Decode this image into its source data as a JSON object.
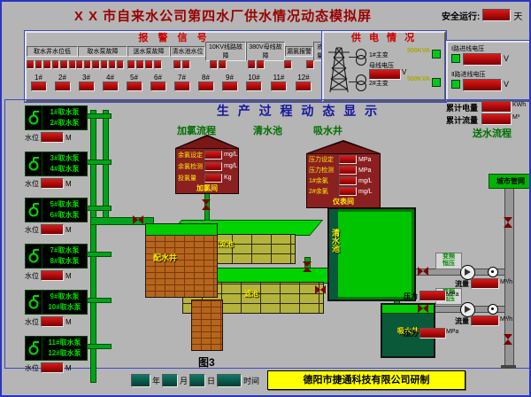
{
  "title": "X X 市自来水公司第四水厂供水情况动态模拟屏",
  "safe_run": {
    "label": "安全运行:",
    "unit": "天"
  },
  "alarm": {
    "title": "报 警 信 号",
    "headers": [
      "取水井水位低",
      "取水泵故障",
      "送水泵故障",
      "清水池水位",
      "10KV线路故障",
      "380V母线故障",
      "漏氯报警",
      "液氯量少"
    ],
    "numbered": [
      "1#",
      "2#",
      "3#",
      "4#",
      "5#",
      "6#",
      "7#",
      "8#",
      "9#",
      "10#",
      "11#",
      "12#"
    ]
  },
  "power": {
    "title": "供 电 情 况",
    "bus_label": "母线电压",
    "bus_unit": "V",
    "transformers": [
      {
        "name": "1#主变",
        "kva": "500KVA"
      },
      {
        "name": "2#主变",
        "kva": "500KVA"
      }
    ],
    "incoming": [
      {
        "label": "Ⅰ路进线电压",
        "unit": "V"
      },
      {
        "label": "Ⅱ路进线电压",
        "unit": "V"
      }
    ]
  },
  "totals": {
    "energy_label": "累计电量",
    "energy_unit": "KWh",
    "flow_label": "累计流量",
    "flow_unit": "M³"
  },
  "process_title": "生 产 过 程 动 态 显 示",
  "stages": {
    "chlorine": "加氯流程",
    "clear": "清水池",
    "suction": "吸水井",
    "delivery": "送水流程"
  },
  "house1": {
    "name": "加氯间",
    "rows": [
      {
        "label": "余氯设定",
        "unit": "mg/L"
      },
      {
        "label": "余氯检测",
        "unit": "mg/L"
      },
      {
        "label": "投氯量",
        "unit": "Kg"
      }
    ]
  },
  "house2": {
    "name": "仪表间",
    "rows": [
      {
        "label": "压力设定",
        "unit": "MPa"
      },
      {
        "label": "压力检测",
        "unit": "MPa"
      },
      {
        "label": "1#余氯",
        "unit": "mg/L"
      },
      {
        "label": "2#余氯",
        "unit": "mg/L"
      }
    ]
  },
  "well_meta": {
    "level_label": "水位",
    "unit": "M"
  },
  "wells": [
    {
      "p1": "1#取水泵",
      "p2": "2#取水泵"
    },
    {
      "p1": "3#取水泵",
      "p2": "4#取水泵"
    },
    {
      "p1": "5#取水泵",
      "p2": "6#取水泵"
    },
    {
      "p1": "7#取水泵",
      "p2": "8#取水泵"
    },
    {
      "p1": "9#取水泵",
      "p2": "10#取水泵"
    },
    {
      "p1": "11#取水泵",
      "p2": "12#取水泵"
    }
  ],
  "tanks": {
    "distribution": "配水井",
    "sediment": "沉淀池",
    "filter": "滤池",
    "clear": "清水池",
    "suction": "吸水井"
  },
  "network": "城市管网",
  "gauges": {
    "pressure_label": "压力",
    "pressure_unit": "MPa",
    "flow_label": "流量",
    "flow_unit": "M³/h",
    "vfd": "变频恒压"
  },
  "footer": {
    "figure": "图3",
    "date_labels": [
      "年",
      "月",
      "日",
      "时间"
    ],
    "company": "德阳市捷通科技有限公司研制"
  }
}
